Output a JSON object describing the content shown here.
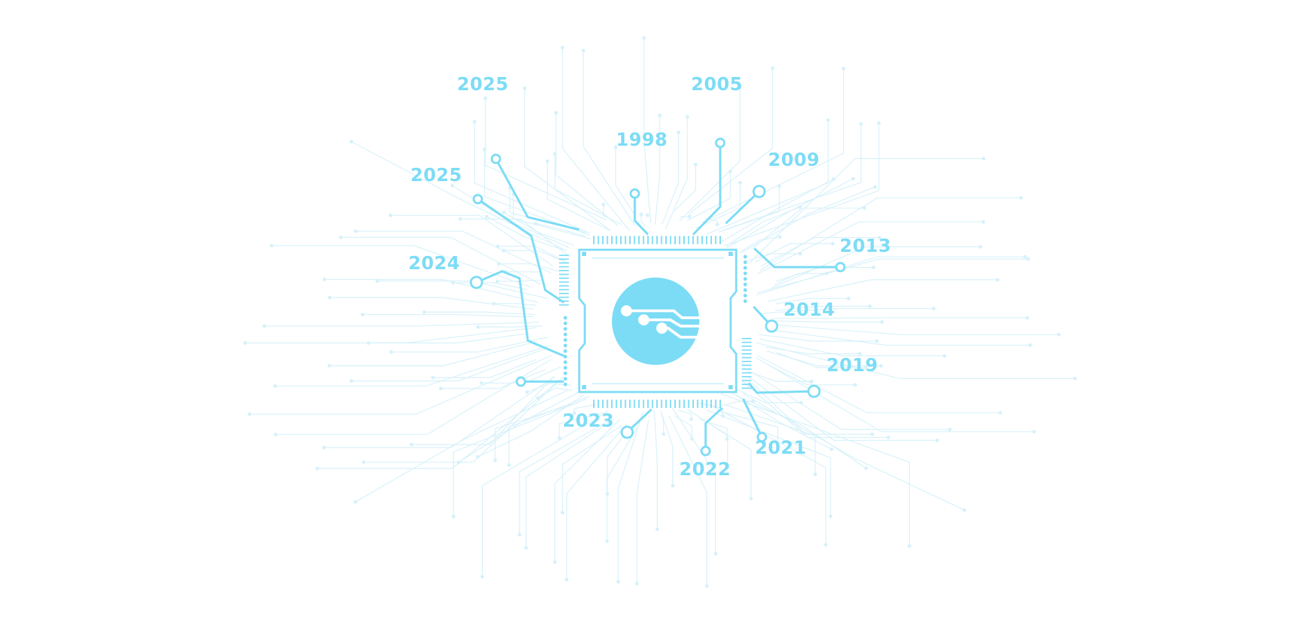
{
  "colors": {
    "accent": "#7ddcf5",
    "faint": "#d6f1fa",
    "background": "#ffffff"
  },
  "center_icon": "circuit-chip-logo-icon",
  "milestones": [
    {
      "year": "2025",
      "icon": "circuit-node-icon"
    },
    {
      "year": "1998",
      "icon": "circuit-node-icon"
    },
    {
      "year": "2005",
      "icon": "circuit-node-icon"
    },
    {
      "year": "2009",
      "icon": "circuit-node-icon"
    },
    {
      "year": "2025",
      "icon": "circuit-node-icon"
    },
    {
      "year": "2013",
      "icon": "circuit-node-icon"
    },
    {
      "year": "2024",
      "icon": "circuit-node-icon"
    },
    {
      "year": "2014",
      "icon": "circuit-node-icon"
    },
    {
      "year": "2019",
      "icon": "circuit-node-icon"
    },
    {
      "year": "2023",
      "icon": "circuit-node-icon"
    },
    {
      "year": "2021",
      "icon": "circuit-node-icon"
    },
    {
      "year": "2022",
      "icon": "circuit-node-icon"
    }
  ]
}
